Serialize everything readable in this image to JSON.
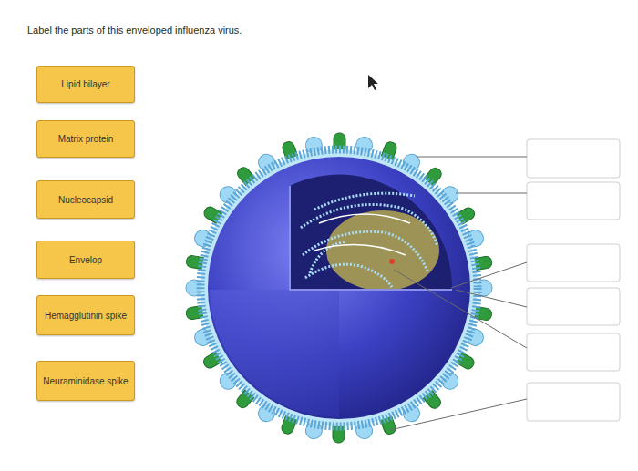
{
  "diagram": {
    "title": "Label the parts of this enveloped influenza virus.",
    "nodes": [
      {
        "text": [
          "Lipid bilayer"
        ]
      },
      {
        "text": [
          "Matrix protein"
        ]
      },
      {
        "text": [
          "Nucleocapsid"
        ]
      },
      {
        "text": [
          "Envelop"
        ]
      },
      {
        "text": [
          "Hemagglutinin spike"
        ]
      },
      {
        "text": [
          "Neuraminidase spike"
        ]
      }
    ]
  }
}
